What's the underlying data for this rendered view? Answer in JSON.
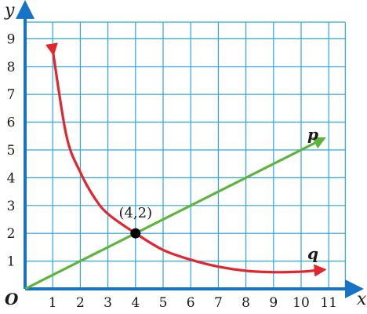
{
  "chart_data": {
    "type": "line",
    "xlabel": "x",
    "ylabel": "y",
    "origin_label": "O",
    "xlim": [
      0,
      11.6
    ],
    "ylim": [
      0,
      9.6
    ],
    "x_ticks": [
      1,
      2,
      3,
      4,
      5,
      6,
      7,
      8,
      9,
      10,
      11
    ],
    "y_ticks": [
      1,
      2,
      3,
      4,
      5,
      6,
      7,
      8,
      9
    ],
    "grid": true,
    "colors": {
      "grid": "#2ea8df",
      "axis": "#1673c6",
      "line_p": "#5cb53a",
      "curve_q": "#e3262e",
      "point": "#000000"
    },
    "series": [
      {
        "name": "p",
        "kind": "line",
        "x": [
          0,
          10.7
        ],
        "y": [
          0,
          5.35
        ]
      },
      {
        "name": "q",
        "kind": "curve",
        "x": [
          1,
          1.5,
          2,
          2.5,
          3,
          4,
          5,
          6,
          7,
          8,
          9,
          10,
          10.7
        ],
        "y": [
          8.6,
          5.5,
          4.2,
          3.3,
          2.7,
          2.0,
          1.4,
          1.05,
          0.8,
          0.65,
          0.6,
          0.62,
          0.68
        ]
      }
    ],
    "annotations": [
      {
        "label": "(4,2)",
        "x": 4,
        "y": 2
      }
    ]
  }
}
